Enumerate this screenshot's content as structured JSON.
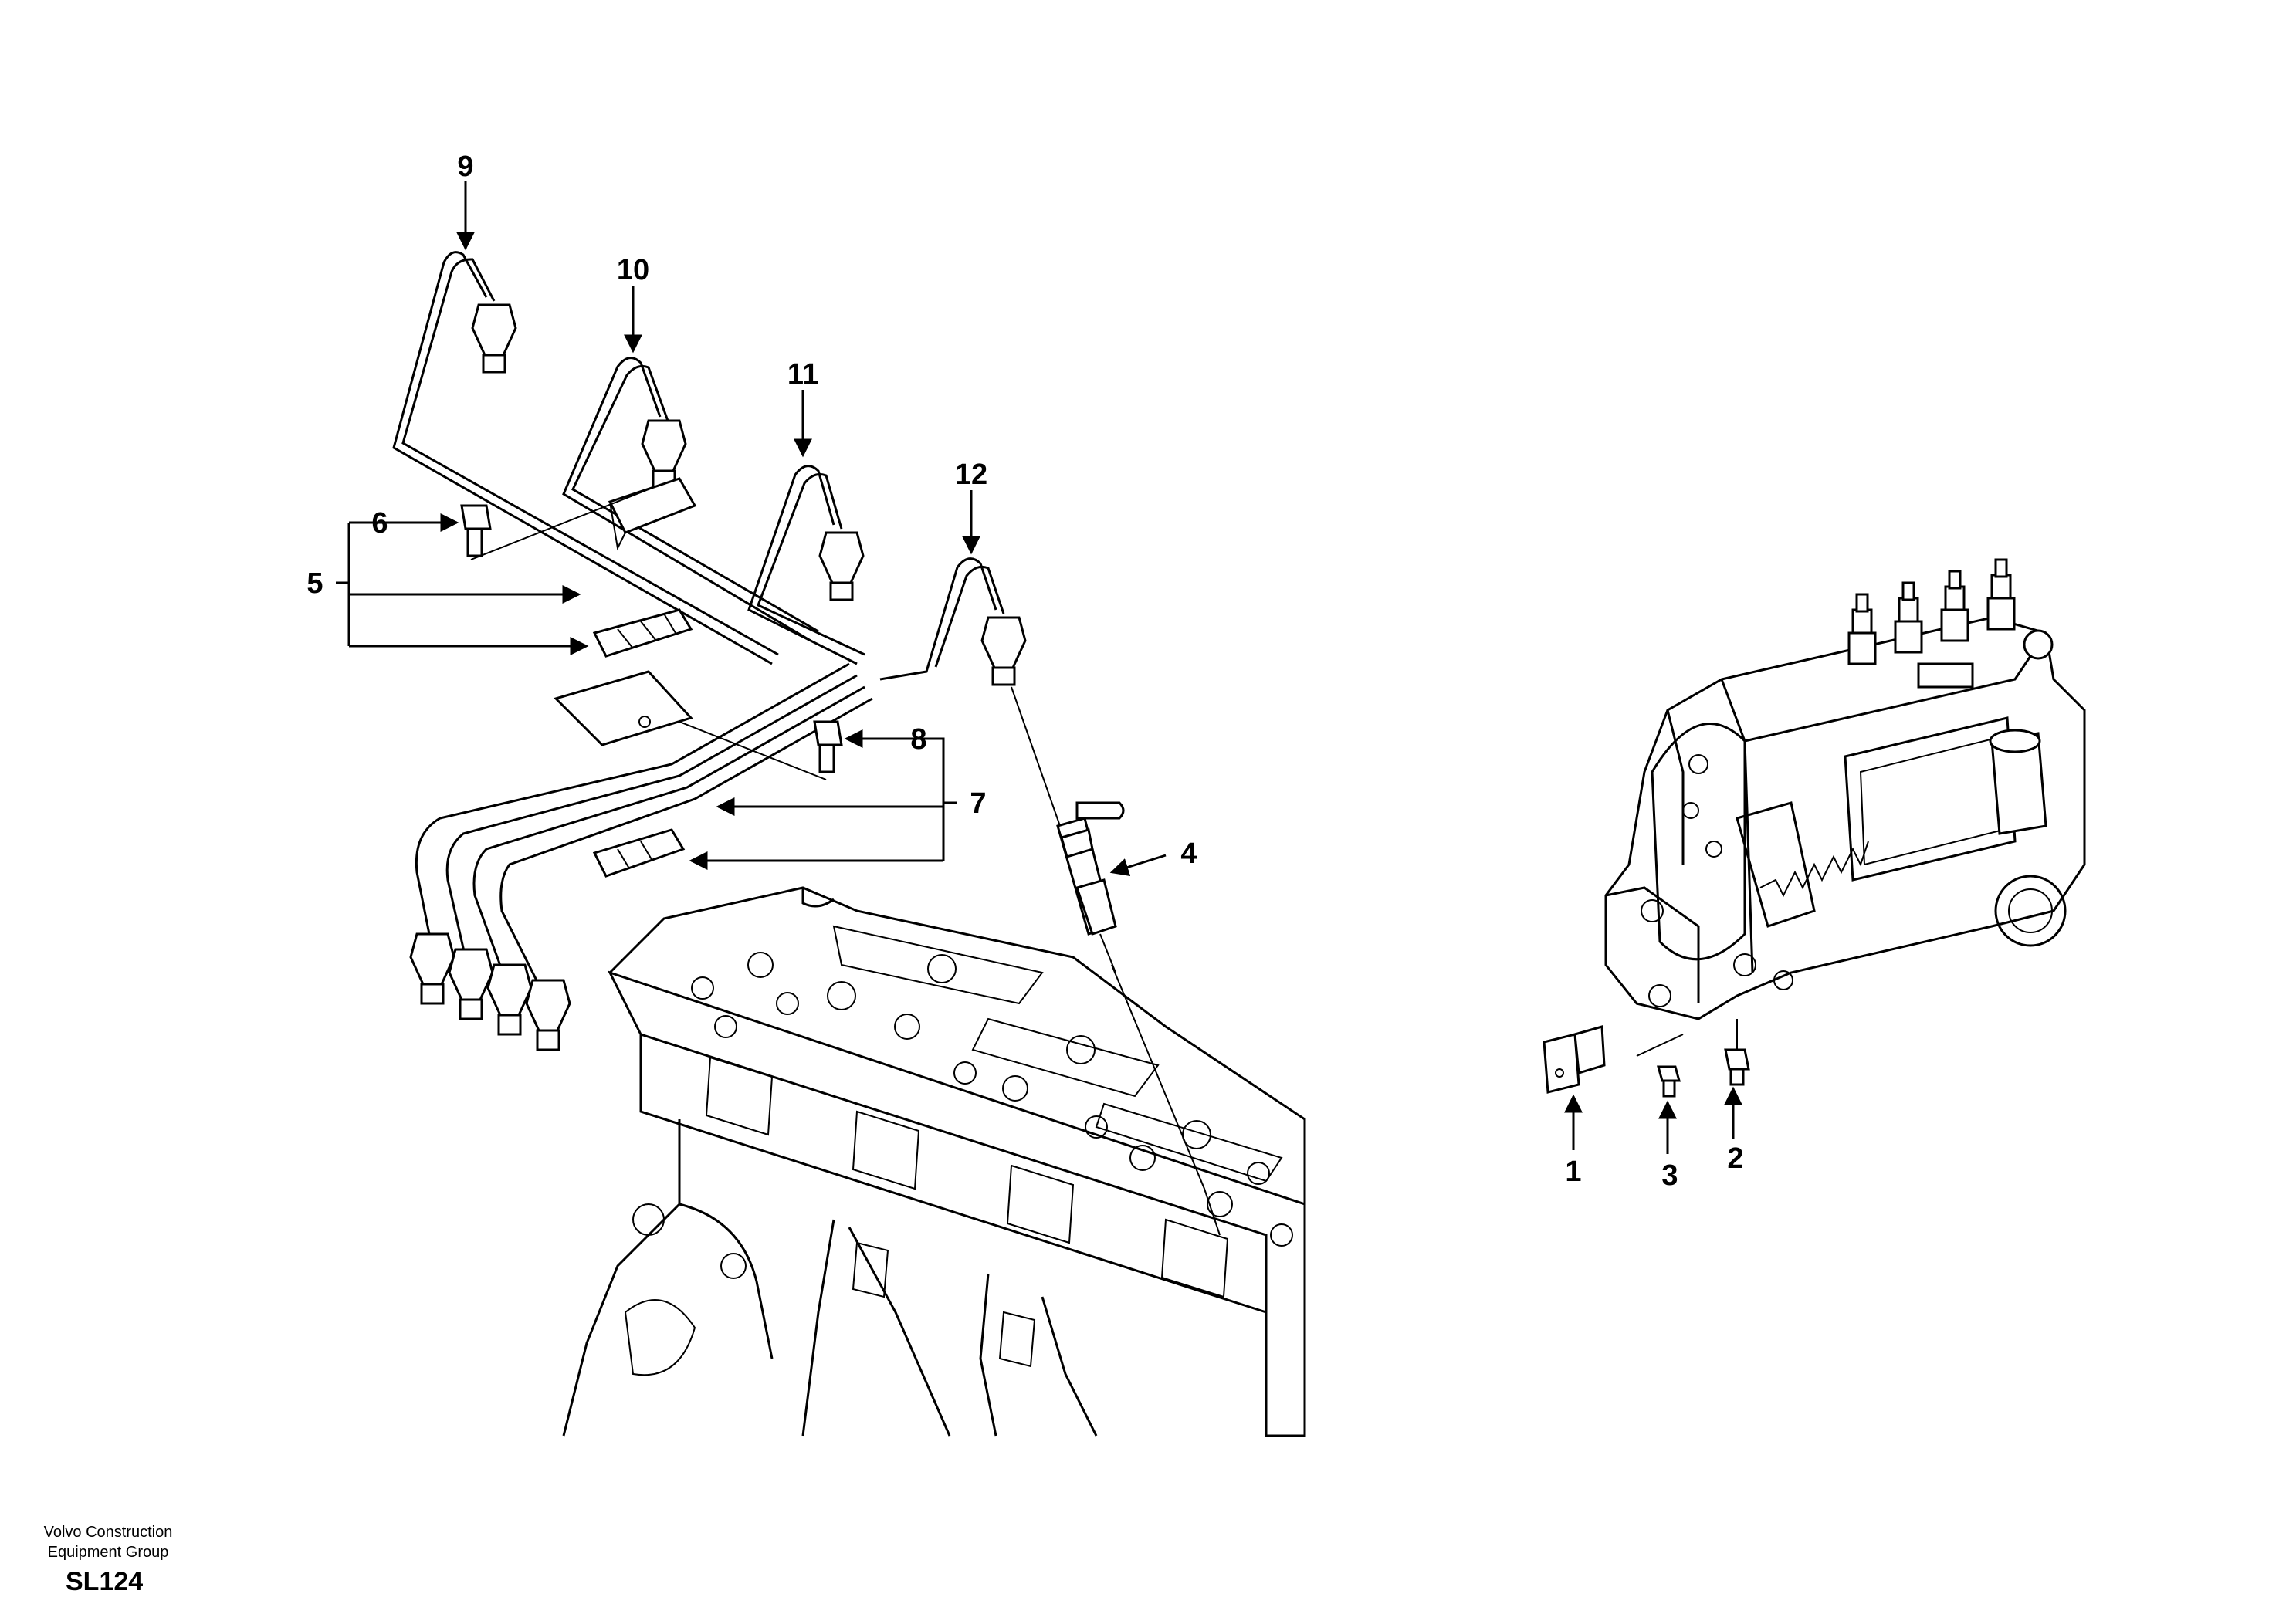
{
  "callouts": {
    "c1": "1",
    "c2": "2",
    "c3": "3",
    "c4": "4",
    "c5": "5",
    "c6": "6",
    "c7": "7",
    "c8": "8",
    "c9": "9",
    "c10": "10",
    "c11": "11",
    "c12": "12"
  },
  "footer": {
    "company_line1": "Volvo Construction",
    "company_line2": "Equipment Group",
    "code": "SL124"
  }
}
